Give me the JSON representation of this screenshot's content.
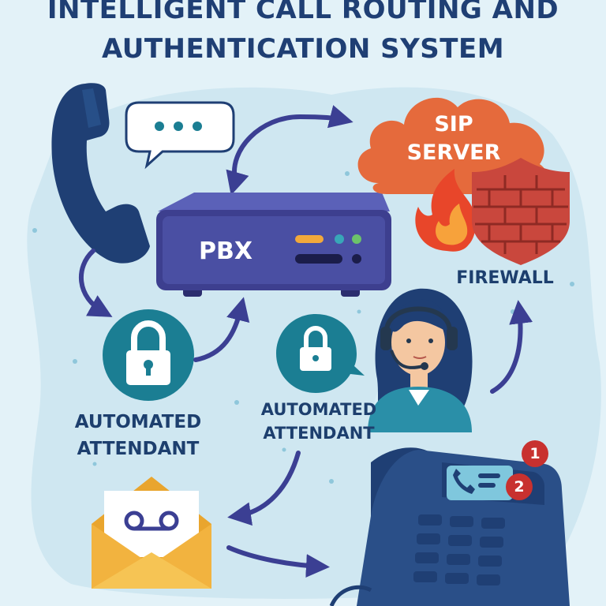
{
  "title": {
    "line1": "INTELLIGENT CALL ROUTING AND",
    "line2": "AUTHENTICATION SYSTEM"
  },
  "nodes": {
    "pbx": {
      "label": "PBX"
    },
    "sip_server": {
      "label_line1": "SIP",
      "label_line2": "SERVER"
    },
    "firewall": {
      "label": "FIREWALL"
    },
    "attendant_left": {
      "line1": "AUTOMATED",
      "line2": "ATTENDANT"
    },
    "attendant_center": {
      "line1": "AUTOMATED",
      "line2": "ATTENDANT"
    },
    "desk_phone": {
      "badges": [
        "1",
        "2"
      ]
    }
  },
  "icons": [
    "phone-handset-icon",
    "chat-bubble-icon",
    "cloud-icon",
    "fire-icon",
    "shield-brick-icon",
    "lock-icon",
    "headset-agent-icon",
    "voicemail-envelope-icon",
    "desk-phone-icon",
    "arrow-icon"
  ],
  "colors": {
    "background": "#e3f2f8",
    "blob": "#cfe7f1",
    "navy": "#1f3f74",
    "pbx_body": "#4a4fa3",
    "pbx_face": "#3d3f8f",
    "teal": "#1b7e93",
    "cloud": "#e56a3c",
    "brick": "#c9473d",
    "envelope": "#f2b33f",
    "arrow": "#3b3f93",
    "badge": "#c8312f"
  }
}
